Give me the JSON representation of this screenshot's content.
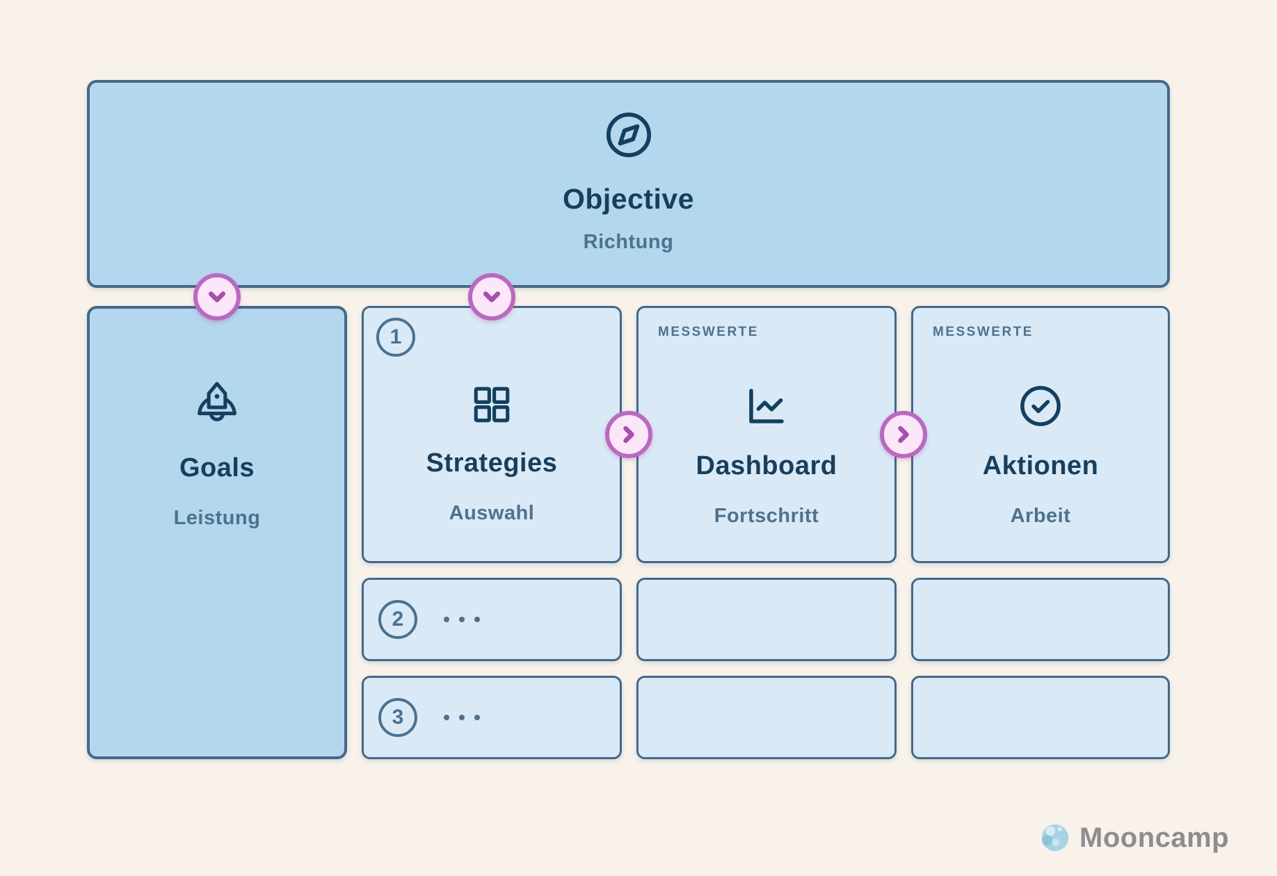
{
  "objective": {
    "title": "Objective",
    "subtitle": "Richtung",
    "icon": "compass-icon"
  },
  "goals": {
    "title": "Goals",
    "subtitle": "Leistung",
    "icon": "rocket-icon"
  },
  "columns": {
    "strategies": {
      "number": "1",
      "title": "Strategies",
      "subtitle": "Auswahl",
      "icon": "grid-icon"
    },
    "dashboard": {
      "label": "MESSWERTE",
      "title": "Dashboard",
      "subtitle": "Fortschritt",
      "icon": "chart-line-icon"
    },
    "aktionen": {
      "label": "MESSWERTE",
      "title": "Aktionen",
      "subtitle": "Arbeit",
      "icon": "circle-check-icon"
    }
  },
  "rows": {
    "row2": {
      "number": "2",
      "ellipsis": "…"
    },
    "row3": {
      "number": "3",
      "ellipsis": "…"
    }
  },
  "connectors": {
    "objective_to_goals": "chevron-down-icon",
    "objective_to_strategies": "chevron-down-icon",
    "strategies_to_dashboard": "chevron-right-icon",
    "dashboard_to_aktionen": "chevron-right-icon"
  },
  "footer": {
    "brand": "Mooncamp",
    "logo": "moon-icon"
  },
  "colors": {
    "background": "#f8f2ea",
    "box_primary_fill": "#b3d7ec",
    "box_light_fill": "#d9e9f5",
    "box_border": "#44688a",
    "title_text": "#173f5c",
    "subtitle_text": "#4d738c",
    "icon_navy": "#14405f",
    "number_circle": "#4a7290",
    "badge_ring": "#bb68c0",
    "badge_fill": "#fbe7f8",
    "badge_glyph": "#a84fae",
    "brand_text": "#8d8d8d",
    "moon_fill": "#a7d3e4"
  }
}
